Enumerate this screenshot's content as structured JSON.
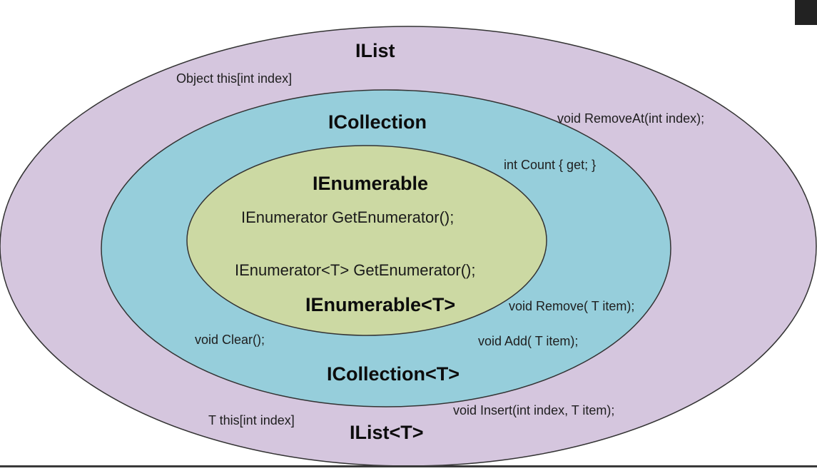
{
  "colors": {
    "ilist_fill": "#d5c6de",
    "icollection_fill": "#96cedb",
    "ienumerable_fill": "#ccd9a3",
    "outline": "#333333"
  },
  "ilist": {
    "title": "IList",
    "generic_title": "IList<T>",
    "members": {
      "indexer_object": "Object this[int index]",
      "remove_at": "void RemoveAt(int index);",
      "indexer_generic": "T this[int index]",
      "insert": "void Insert(int index, T item);"
    }
  },
  "icollection": {
    "title": "ICollection",
    "generic_title": "ICollection<T>",
    "members": {
      "count": "int Count { get; }",
      "remove": "void Remove( T item);",
      "add": "void Add( T item);",
      "clear": "void Clear();"
    }
  },
  "ienumerable": {
    "title": "IEnumerable",
    "generic_title": "IEnumerable<T>",
    "members": {
      "get_enumerator": "IEnumerator GetEnumerator();",
      "get_enumerator_generic": "IEnumerator<T> GetEnumerator();"
    }
  }
}
